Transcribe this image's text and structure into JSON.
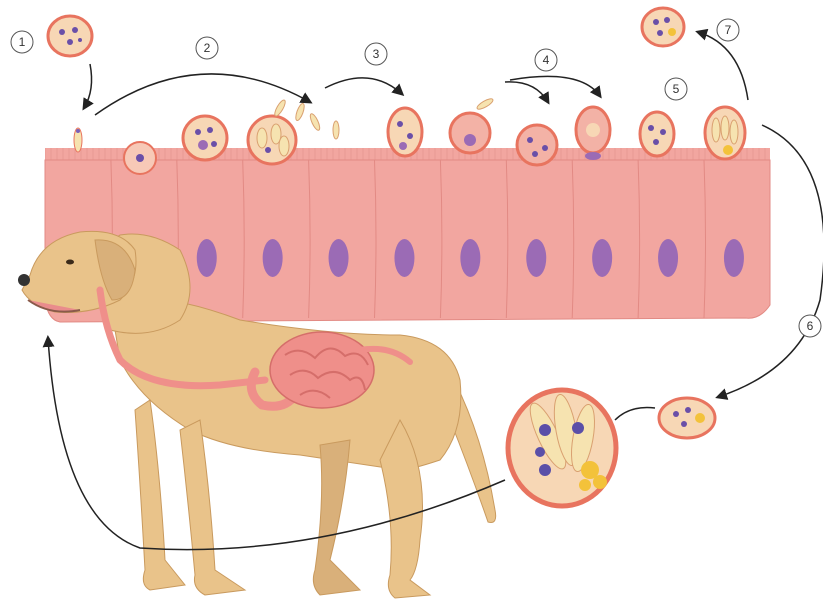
{
  "diagram": {
    "steps": [
      {
        "label": "1"
      },
      {
        "label": "2"
      },
      {
        "label": "3"
      },
      {
        "label": "4"
      },
      {
        "label": "5"
      },
      {
        "label": "6"
      },
      {
        "label": "7"
      }
    ],
    "colors": {
      "epithelium": "#f2a6a0",
      "epithelium_dark": "#e28a84",
      "nucleus": "#9b6bb5",
      "dog_body": "#e9c38a",
      "dog_shadow": "#d4a76a",
      "intestine": "#ef8f8a",
      "cyst_wall": "#e8745f",
      "cyst_fill": "#f7d7b5",
      "sporozoite": "#f6e3b0",
      "arrow": "#222222"
    },
    "icons": [
      "oocyst-icon",
      "dog-illustration",
      "intestinal-epithelium",
      "sporulated-oocyst-icon"
    ]
  }
}
